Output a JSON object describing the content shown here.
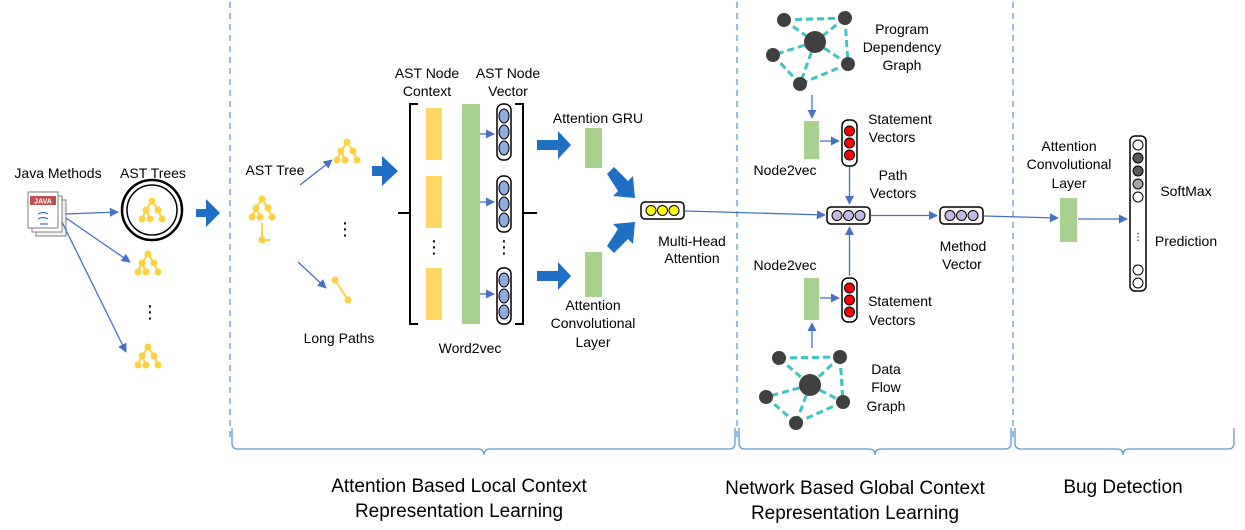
{
  "colors": {
    "arrow_thin": "#4472c4",
    "arrow_thick": "#1f6fc5",
    "tree": "#ffd040",
    "yellow_block": "#ffd966",
    "green_block": "#a9d18e",
    "vector_blue": "#8faadc",
    "vector_red": "#ff0000",
    "vector_yellow": "#ffff00",
    "vector_purple": "#c5b6e6",
    "graph_node": "#404040",
    "graph_edge": "#3cc5c5",
    "dashed": "#5b9bd5",
    "softmax_dark": "#595959",
    "softmax_gray": "#a6a6a6"
  },
  "icons": [
    "java-file-icon",
    "ast-tree-icon",
    "graph-icon"
  ],
  "labels": {
    "java_methods": "Java Methods",
    "java_badge": "JAVA",
    "ast_trees": "AST Trees",
    "ast_tree": "AST Tree",
    "long_paths": "Long Paths",
    "ast_node_context": [
      "AST Node",
      "Context"
    ],
    "ast_node_vector": [
      "AST Node",
      "Vector"
    ],
    "word2vec": "Word2vec",
    "attention_gru": "Attention GRU",
    "attention_conv_layer": [
      "Attention",
      "Convolutional",
      "Layer"
    ],
    "multi_head_attention": [
      "Multi-Head",
      "Attention"
    ],
    "program_dependency_graph": [
      "Program",
      "Dependency",
      "Graph"
    ],
    "statement_vectors_top": [
      "Statement",
      "Vectors"
    ],
    "node2vec_top": "Node2vec",
    "path_vectors": [
      "Path",
      "Vectors"
    ],
    "node2vec_bottom": "Node2vec",
    "statement_vectors_bottom": [
      "Statement",
      "Vectors"
    ],
    "data_flow_graph": [
      "Data",
      "Flow",
      "Graph"
    ],
    "method_vector": [
      "Method",
      "Vector"
    ],
    "bug_attention_conv_layer": [
      "Attention",
      "Convolutional",
      "Layer"
    ],
    "softmax": "SoftMax",
    "prediction": "Prediction",
    "ellipsis": "⋮"
  },
  "sections": {
    "local": [
      "Attention Based Local Context",
      "Representation Learning"
    ],
    "global": [
      "Network Based Global Context",
      "Representation Learning"
    ],
    "bug": [
      "Bug Detection"
    ]
  }
}
